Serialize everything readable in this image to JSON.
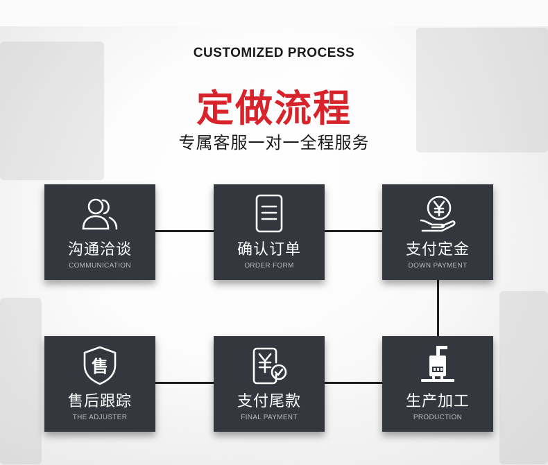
{
  "header": {
    "title_en": "CUSTOMIZED PROCESS",
    "title_cn": "定做流程",
    "subtitle": "专属客服一对一全程服务"
  },
  "colors": {
    "accent": "#d9232a",
    "card": "#34373d",
    "connector": "#1e1e1e"
  },
  "steps": [
    {
      "cn": "沟通洽谈",
      "en": "COMMUNICATION",
      "icon": "people-icon"
    },
    {
      "cn": "确认订单",
      "en": "ORDER FORM",
      "icon": "document-icon"
    },
    {
      "cn": "支付定金",
      "en": "DOWN PAYMENT",
      "icon": "yuan-hand-icon"
    },
    {
      "cn": "售后跟踪",
      "en": "THE ADJUSTER",
      "icon": "after-sales-shield-icon"
    },
    {
      "cn": "支付尾款",
      "en": "FINAL PAYMENT",
      "icon": "yuan-check-icon"
    },
    {
      "cn": "生产加工",
      "en": "PRODUCTION",
      "icon": "factory-machine-icon"
    }
  ]
}
